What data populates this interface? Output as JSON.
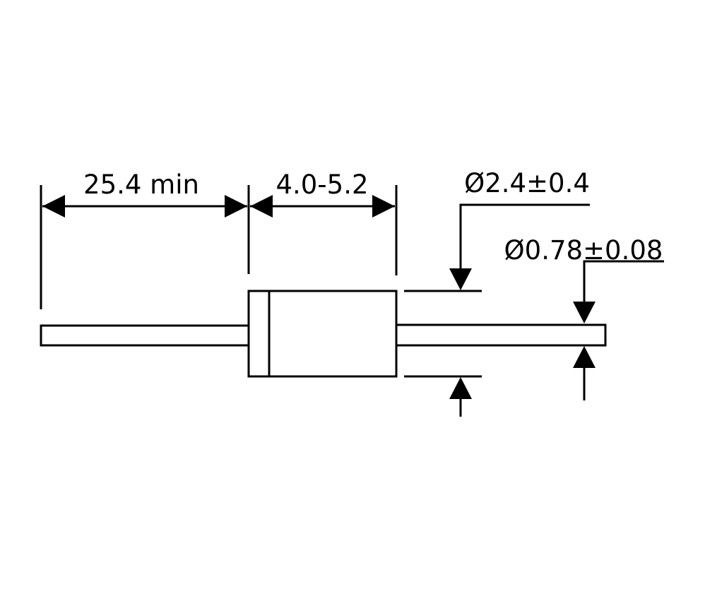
{
  "diagram": {
    "lead_length_label": "25.4 min",
    "body_length_label": "4.0-5.2",
    "body_diameter_label": "Ø2.4±0.4",
    "lead_diameter_label": "Ø0.78±0.08",
    "line_color": "#000000",
    "background": "#ffffff"
  }
}
